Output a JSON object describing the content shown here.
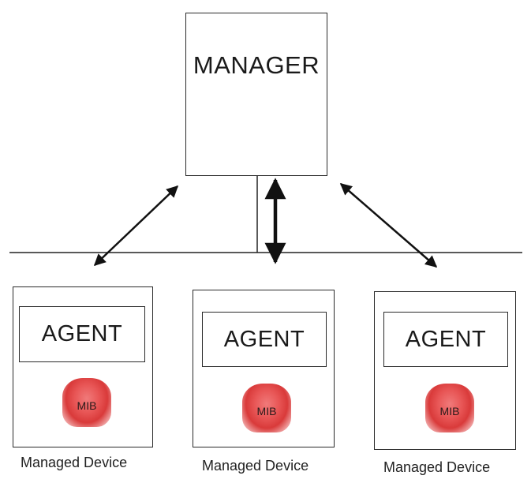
{
  "manager": {
    "label": "MANAGER"
  },
  "devices": [
    {
      "agent_label": "AGENT",
      "mib_label": "MIB",
      "caption": "Managed Device"
    },
    {
      "agent_label": "AGENT",
      "mib_label": "MIB",
      "caption": "Managed Device"
    },
    {
      "agent_label": "AGENT",
      "mib_label": "MIB",
      "caption": "Managed Device"
    }
  ],
  "colors": {
    "line": "#111111",
    "mib": "#e04848"
  }
}
